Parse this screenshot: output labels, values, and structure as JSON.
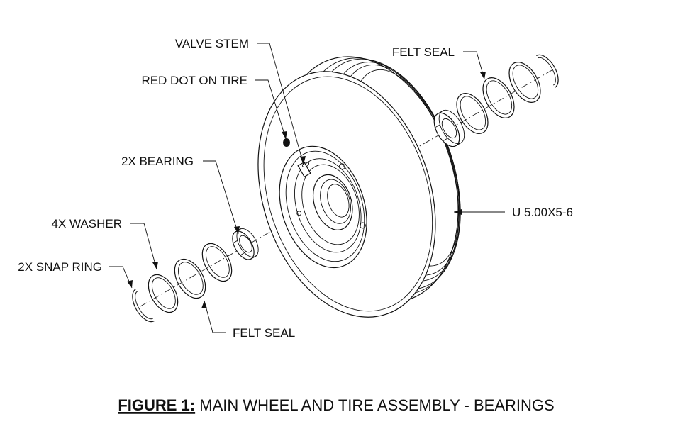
{
  "labels": {
    "valve_stem": "VALVE STEM",
    "red_dot": "RED DOT ON TIRE",
    "bearing": "2X BEARING",
    "washer": "4X WASHER",
    "snap_ring": "2X SNAP RING",
    "felt_seal_left": "FELT SEAL",
    "felt_seal_right": "FELT SEAL",
    "tire_size": "U 5.00X5-6"
  },
  "caption": {
    "prefix": "FIGURE 1:",
    "text": " MAIN WHEEL AND TIRE ASSEMBLY - BEARINGS"
  }
}
